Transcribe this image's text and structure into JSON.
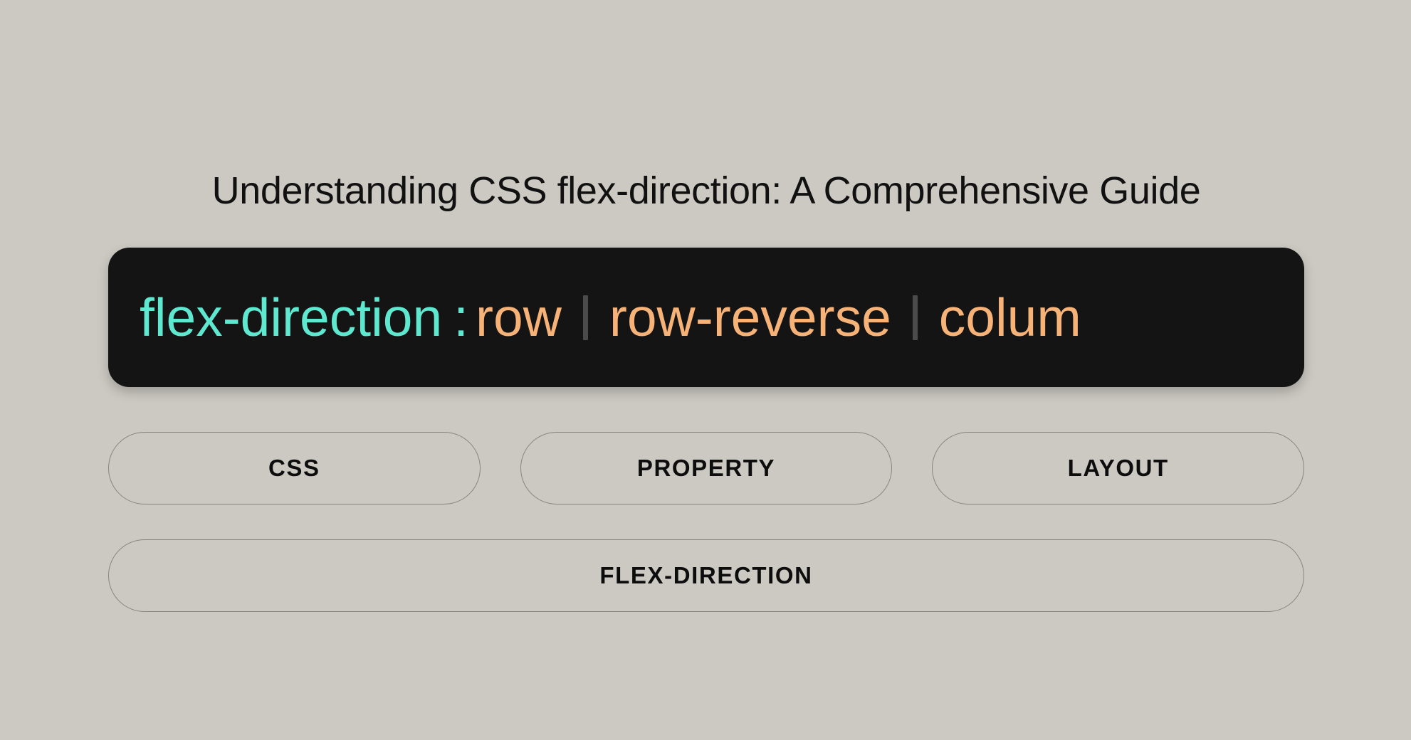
{
  "page": {
    "background_color": "#ccc9c2",
    "title": "Understanding CSS flex-direction: A Comprehensive Guide"
  },
  "code_bar": {
    "background_color": "#141414",
    "property_color": "#5fe8d0",
    "value_color": "#f7b278",
    "separator_color": "#4b4b4b",
    "property": "flex-direction",
    "colon": ":",
    "separator": "|",
    "values": [
      "row",
      "row-reverse",
      "colum"
    ],
    "full_text": "flex-direction : row | row-reverse | colum",
    "note": "text is clipped at the right edge of the dark bar"
  },
  "tags": {
    "row": [
      {
        "label": "CSS"
      },
      {
        "label": "PROPERTY"
      },
      {
        "label": "LAYOUT"
      }
    ],
    "wide": {
      "label": "FLEX-DIRECTION"
    },
    "border_color": "#88857f",
    "text_color": "#0d0d0d"
  }
}
